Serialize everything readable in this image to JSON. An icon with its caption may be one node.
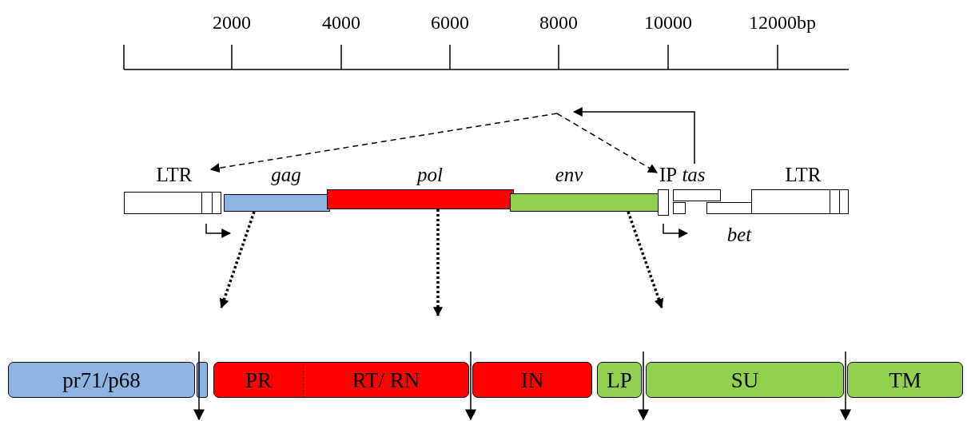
{
  "diagram": {
    "nodes": [
      {
        "text": [
          "LTR"
        ]
      },
      {
        "text": [
          "gag"
        ]
      },
      {
        "text": [
          "pol"
        ]
      },
      {
        "text": [
          "env"
        ]
      },
      {
        "text": [
          "IP"
        ]
      },
      {
        "text": [
          "tas"
        ]
      },
      {
        "text": [
          "bet"
        ]
      },
      {
        "text": [],
        "shape": "box"
      },
      {
        "text": [
          "LTR"
        ]
      },
      {
        "text": [
          "pr71/p68"
        ]
      },
      {
        "text": [],
        "shape": "box"
      },
      {
        "text": [
          "PR",
          "RT/ RN"
        ]
      },
      {
        "text": [
          "IN"
        ]
      },
      {
        "text": [
          "LP"
        ]
      },
      {
        "text": [
          "SU"
        ]
      },
      {
        "text": [
          "TM"
        ]
      }
    ],
    "edges": [
      {
        "from": 5,
        "to": null,
        "arrow": "to"
      },
      {
        "from": null,
        "to": 0,
        "arrow": "to",
        "style": "dashed"
      },
      {
        "from": null,
        "to": 4,
        "arrow": "to",
        "style": "dashed"
      },
      {
        "from": 1,
        "to": null,
        "arrow": "to",
        "style": "dashed"
      },
      {
        "from": 2,
        "to": null,
        "arrow": "to",
        "style": "dashed"
      },
      {
        "from": 3,
        "to": null,
        "arrow": "to",
        "style": "dashed"
      }
    ],
    "labels": [
      "2000",
      "4000",
      "6000",
      "8000",
      "10000",
      "12000bp"
    ]
  }
}
